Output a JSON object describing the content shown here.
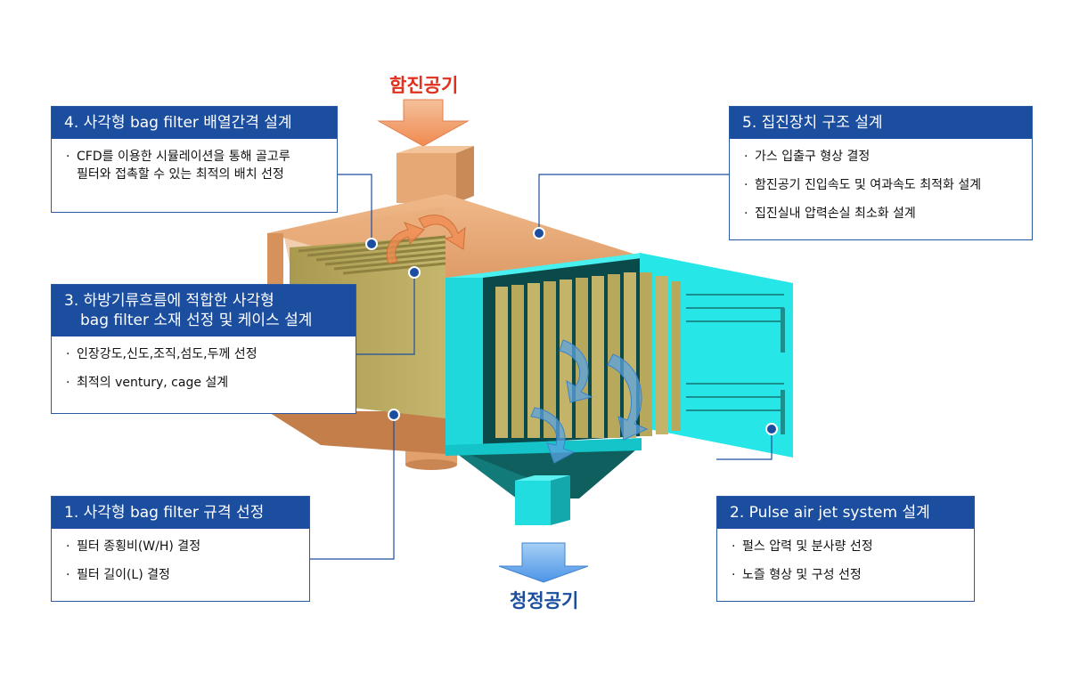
{
  "labels": {
    "inflow": "함진공기",
    "outflow": "청정공기"
  },
  "boxes": {
    "b4": {
      "title": "4. 사각형 bag filter 배열간격 설계",
      "items": [
        "CFD를 이용한 시뮬레이션을 통해 골고루",
        "필터와 접촉할 수 있는 최적의 배치 선정"
      ]
    },
    "b5": {
      "title": "5. 집진장치 구조 설계",
      "items": [
        "가스 입출구 형상 결정",
        "함진공기 진입속도 및 여과속도 최적화 설계",
        "집진실내 압력손실 최소화 설계"
      ]
    },
    "b3": {
      "title_line1": "3. 하방기류흐름에 적합한 사각형",
      "title_line2": "bag filter 소재 선정 및 케이스 설계",
      "items": [
        "인장강도,신도,조직,섬도,두께 선정",
        "최적의 ventury, cage 설계"
      ]
    },
    "b1": {
      "title": "1. 사각형 bag filter 규격 선정",
      "items": [
        "필터 종횡비(W/H) 결정",
        "필터 길이(L) 결정"
      ]
    },
    "b2": {
      "title": "2. Pulse air jet system 설계",
      "items": [
        "펄스 압력 및 분사량 선정",
        "노즐 형상 및 구성 선정"
      ]
    }
  },
  "colors": {
    "header_blue": "#1c4ea0",
    "inflow_red": "#e0301e",
    "housing_tan": "#e8a876",
    "filter_olive": "#b9ad62",
    "housing_cyan": "#22e3e6",
    "airflow_blue": "#5aa3e0"
  },
  "icons": [
    "inlet-arrow-icon",
    "outlet-arrow-icon",
    "callout-dot-icon"
  ]
}
